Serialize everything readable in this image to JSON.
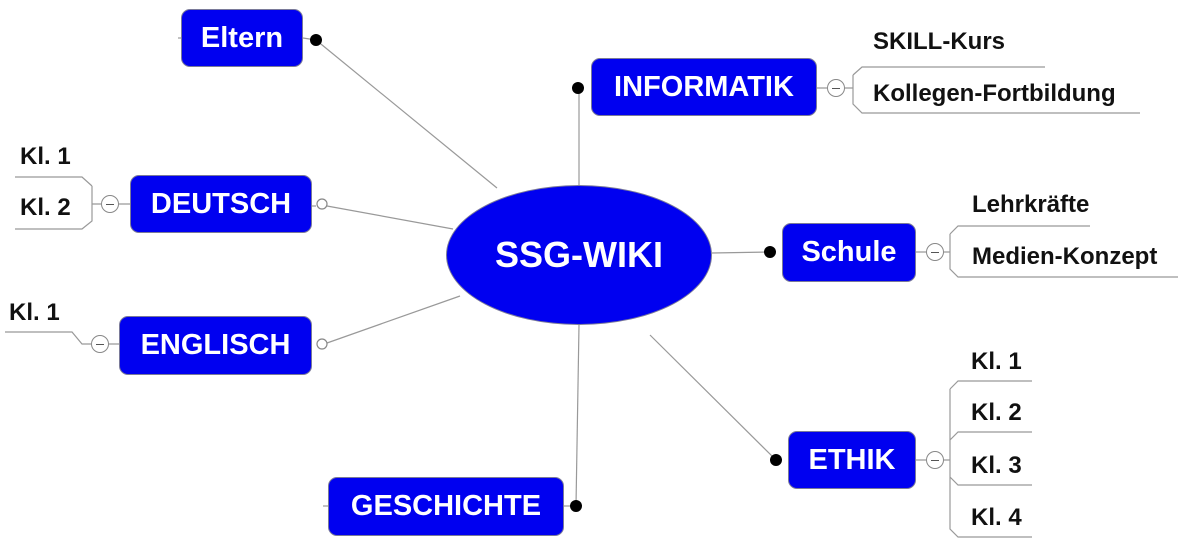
{
  "center": {
    "label": "SSG-WIKI"
  },
  "branches": {
    "eltern": {
      "label": "Eltern"
    },
    "informatik": {
      "label": "INFORMATIK",
      "children": [
        "SKILL-Kurs",
        "Kollegen-Fortbildung"
      ]
    },
    "deutsch": {
      "label": "DEUTSCH",
      "children": [
        "Kl. 1",
        "Kl. 2"
      ]
    },
    "englisch": {
      "label": "ENGLISCH",
      "children": [
        "Kl. 1"
      ]
    },
    "schule": {
      "label": "Schule",
      "children": [
        "Lehrkräfte",
        "Medien-Konzept"
      ]
    },
    "ethik": {
      "label": "ETHIK",
      "children": [
        "Kl. 1",
        "Kl. 2",
        "Kl. 3",
        "Kl. 4"
      ]
    },
    "geschichte": {
      "label": "GESCHICHTE"
    }
  },
  "colors": {
    "node": "#0000f0",
    "line": "#999999"
  }
}
